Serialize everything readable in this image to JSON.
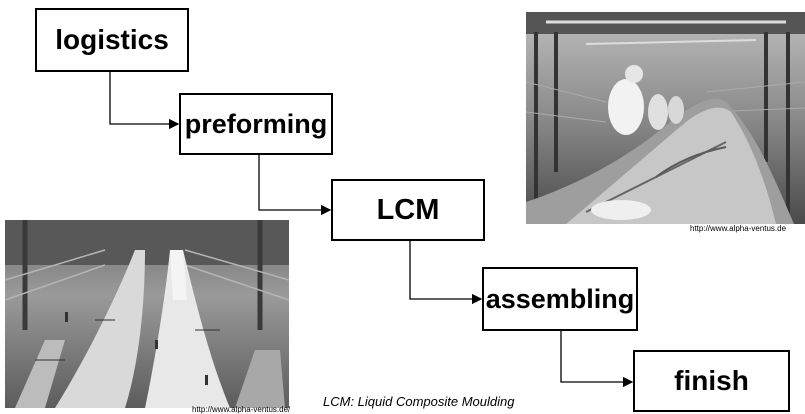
{
  "steps": [
    "logistics",
    "preforming",
    "LCM",
    "assembling",
    "finish"
  ],
  "footnote": "LCM: Liquid Composite Moulding",
  "photo_credit_top": "http://www.alpha-ventus.de",
  "photo_credit_bottom": "http://www.alpha-ventus.de/",
  "colors": {
    "box_border": "#000000",
    "arrow": "#000000",
    "background": "#ffffff"
  }
}
